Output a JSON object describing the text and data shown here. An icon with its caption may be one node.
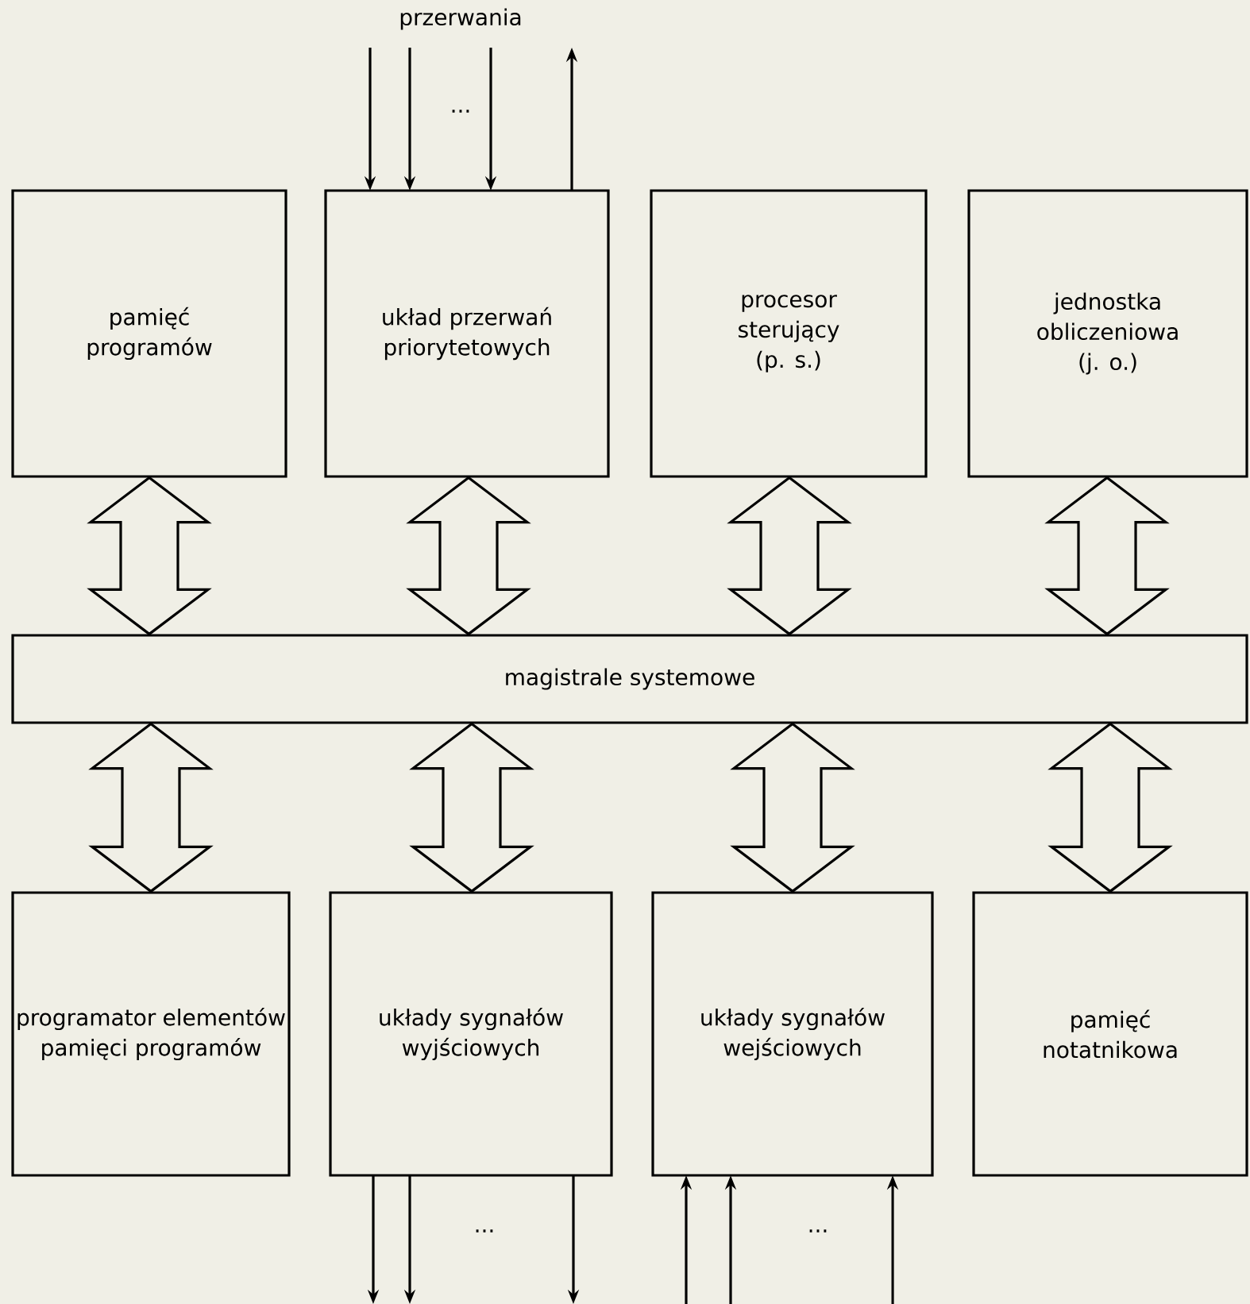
{
  "diagram": {
    "nodes": [
      {
        "text": [
          "pamięć programów"
        ]
      },
      {
        "text": [
          "układ przerwań priorytetowych"
        ]
      },
      {
        "text": [
          "procesor sterujący",
          "(p. s.)"
        ]
      },
      {
        "text": [
          "jednostka obliczeniowa",
          "(j. o.)"
        ]
      },
      {
        "text": [
          "magistrale systemowe"
        ]
      },
      {
        "text": [
          "programator elementów pamięci programów"
        ]
      },
      {
        "text": [
          "układy sygnałów wyjściowych"
        ]
      },
      {
        "text": [
          "układy sygnałów wejściowych"
        ]
      },
      {
        "text": [
          "pamięć notatnikowa"
        ]
      }
    ],
    "edges": [
      {
        "from": 0,
        "to": 4,
        "arrow": "both",
        "style": "thick"
      },
      {
        "from": 1,
        "to": 4,
        "arrow": "both",
        "style": "thick"
      },
      {
        "from": 2,
        "to": 4,
        "arrow": "both",
        "style": "thick"
      },
      {
        "from": 3,
        "to": 4,
        "arrow": "both",
        "style": "thick"
      },
      {
        "from": 4,
        "to": 5,
        "arrow": "both",
        "style": "thick"
      },
      {
        "from": 4,
        "to": 6,
        "arrow": "both",
        "style": "thick"
      },
      {
        "from": 4,
        "to": 7,
        "arrow": "both",
        "style": "thick"
      },
      {
        "from": 4,
        "to": 8,
        "arrow": "both",
        "style": "thick"
      },
      {
        "from": null,
        "to": 1,
        "arrow": "to"
      },
      {
        "from": null,
        "to": 1,
        "arrow": "to"
      },
      {
        "from": null,
        "to": 1,
        "arrow": "to"
      },
      {
        "from": 1,
        "to": null,
        "arrow": "to"
      },
      {
        "from": 6,
        "to": null,
        "arrow": "to"
      },
      {
        "from": 6,
        "to": null,
        "arrow": "to"
      },
      {
        "from": 6,
        "to": null,
        "arrow": "to"
      },
      {
        "from": null,
        "to": 7,
        "arrow": "to"
      },
      {
        "from": null,
        "to": 7,
        "arrow": "to"
      },
      {
        "from": null,
        "to": 7,
        "arrow": "to"
      }
    ],
    "labels": [
      "przerwania",
      "...",
      "...",
      "..."
    ]
  }
}
